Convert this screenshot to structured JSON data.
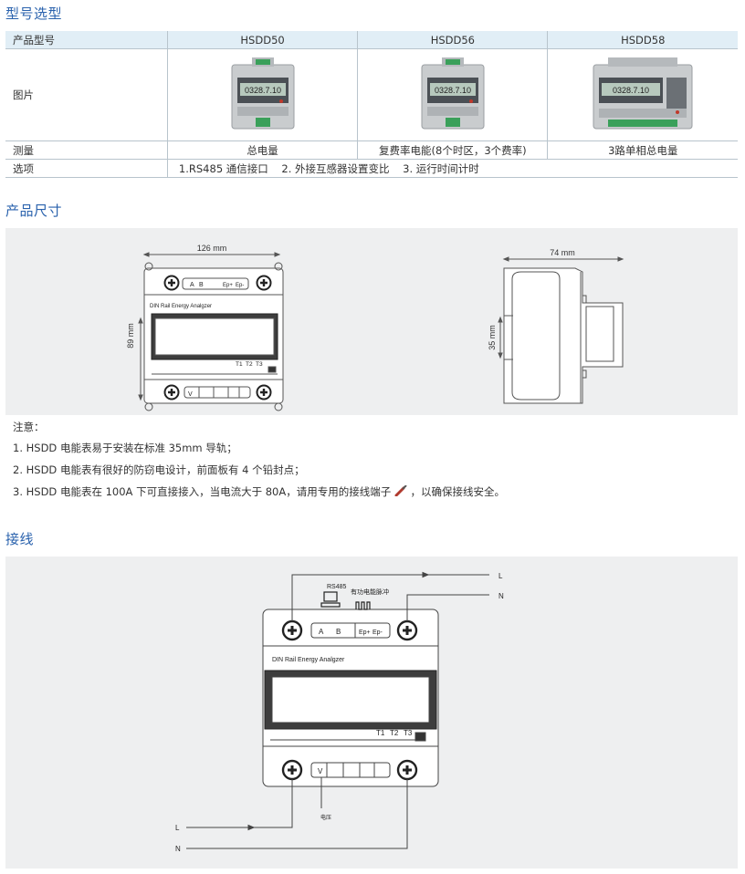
{
  "sections": {
    "selection_title": "型号选型",
    "dimensions_title": "产品尺寸",
    "wiring_title": "接线"
  },
  "spec_table": {
    "header": {
      "label": "产品型号",
      "models": [
        "HSDD50",
        "HSDD56",
        "HSDD58"
      ]
    },
    "picture_row": {
      "label": "图片",
      "display_text": "0328.7.10"
    },
    "measure_row": {
      "label": "测量",
      "values": [
        "总电量",
        "复费率电能(8个时区，3个费率)",
        "3路单相总电量"
      ]
    },
    "options_row": {
      "label": "选项",
      "value": "1.RS485 通信接口    2. 外接互感器设置变比    3. 运行时间计时"
    }
  },
  "dimensions": {
    "front": {
      "width_label": "126 mm",
      "height_label": "89 mm",
      "terminal_top_labels": [
        "A",
        "B",
        "Ep+",
        "Ep-"
      ],
      "brand_text": "DIN Rail Energy Analgzer",
      "tariff_labels": [
        "T1",
        "T2",
        "T3"
      ],
      "terminal_bottom_label": "V"
    },
    "side": {
      "depth_label": "74 mm",
      "rail_label": "35 mm"
    }
  },
  "notes": {
    "heading": "注意：",
    "items": [
      "1. HSDD 电能表易于安装在标准 35mm 导轨；",
      "2. HSDD 电能表有很好的防窃电设计，前面板有 4 个铅封点；",
      "3. HSDD 电能表在 100A 下可直接接入，当电流大于 80A，请用专用的接线端子",
      "，以确保接线安全。"
    ]
  },
  "wiring": {
    "rs485_label": "RS485",
    "pulse_label": "有功电能脉冲",
    "voltage_label": "电压",
    "line_L": "L",
    "line_N": "N",
    "terminal_top_labels": [
      "A",
      "B",
      "Ep+",
      "Ep-"
    ],
    "brand_text": "DIN Rail Energy Analgzer",
    "tariff_labels": [
      "T1",
      "T2",
      "T3"
    ],
    "terminal_bottom_label": "V"
  },
  "colors": {
    "title_blue": "#2a62ad",
    "header_bg": "#e1eef6",
    "panel_bg": "#eeeff0"
  }
}
